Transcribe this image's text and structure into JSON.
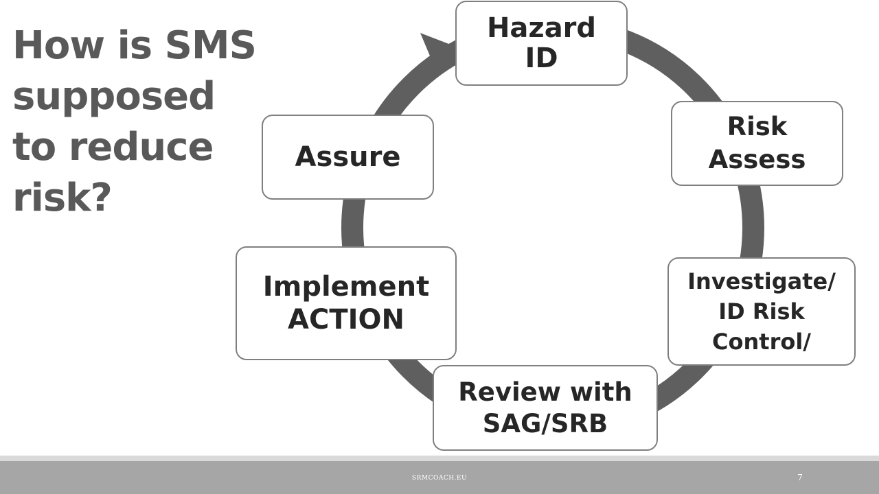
{
  "title_lines": [
    "How is SMS",
    "supposed",
    "to reduce",
    "risk?"
  ],
  "cycle": {
    "nodes": [
      {
        "label": "Hazard\nID"
      },
      {
        "label": "Risk\nAssess"
      },
      {
        "label": "Investigate/\nID Risk\nControl/"
      },
      {
        "label": "Review with\nSAG/SRB"
      },
      {
        "label": "Implement\nACTION"
      },
      {
        "label": "Assure"
      }
    ]
  },
  "footer": {
    "text": "SRMCOACH.EU",
    "page_number": "7"
  },
  "colors": {
    "title": "#595959",
    "arrow": "#5f5f5f",
    "node_border": "#7f7f7f",
    "node_text": "#262626",
    "footer_bar": "#a6a6a6",
    "footer_strip": "#d9d9d9"
  }
}
